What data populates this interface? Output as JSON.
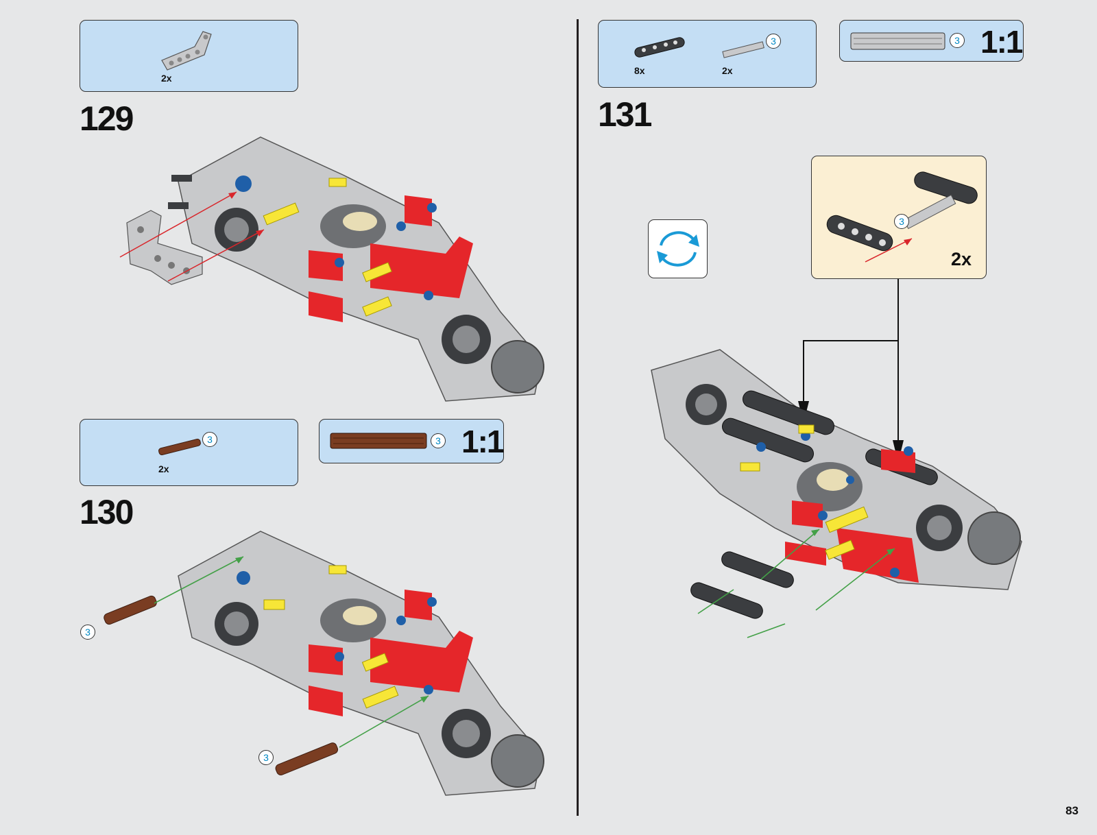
{
  "page_number": "83",
  "steps": [
    {
      "number": "129",
      "parts": [
        {
          "icon": "beam-l-shape-icon",
          "qty": "2x"
        }
      ]
    },
    {
      "number": "130",
      "parts": [
        {
          "icon": "axle-brown-icon",
          "qty": "2x",
          "length": "3"
        }
      ],
      "scale": {
        "length": "3",
        "ratio": "1:1"
      },
      "part_labels": [
        "3",
        "3"
      ]
    },
    {
      "number": "131",
      "parts": [
        {
          "icon": "beam-dark-grey-icon",
          "qty": "8x"
        },
        {
          "icon": "axle-grey-icon",
          "qty": "2x",
          "length": "3"
        }
      ],
      "scale": {
        "length": "3",
        "ratio": "1:1"
      },
      "callout": {
        "length": "3",
        "multiplier": "2x"
      }
    }
  ],
  "colors": {
    "parts_box": "#c4def4",
    "callout_box": "#fbefd3",
    "brick_red": "#e5262a",
    "light_grey": "#c8c9cb",
    "dark_grey": "#3b3d40",
    "brown_axle": "#7a3d22",
    "yellow_pin": "#f7e637",
    "blue_pin": "#1f5fa8",
    "red_arrow": "#d9262b",
    "green_arrow": "#43a047",
    "rotate_arrow": "#1a9ad6"
  }
}
